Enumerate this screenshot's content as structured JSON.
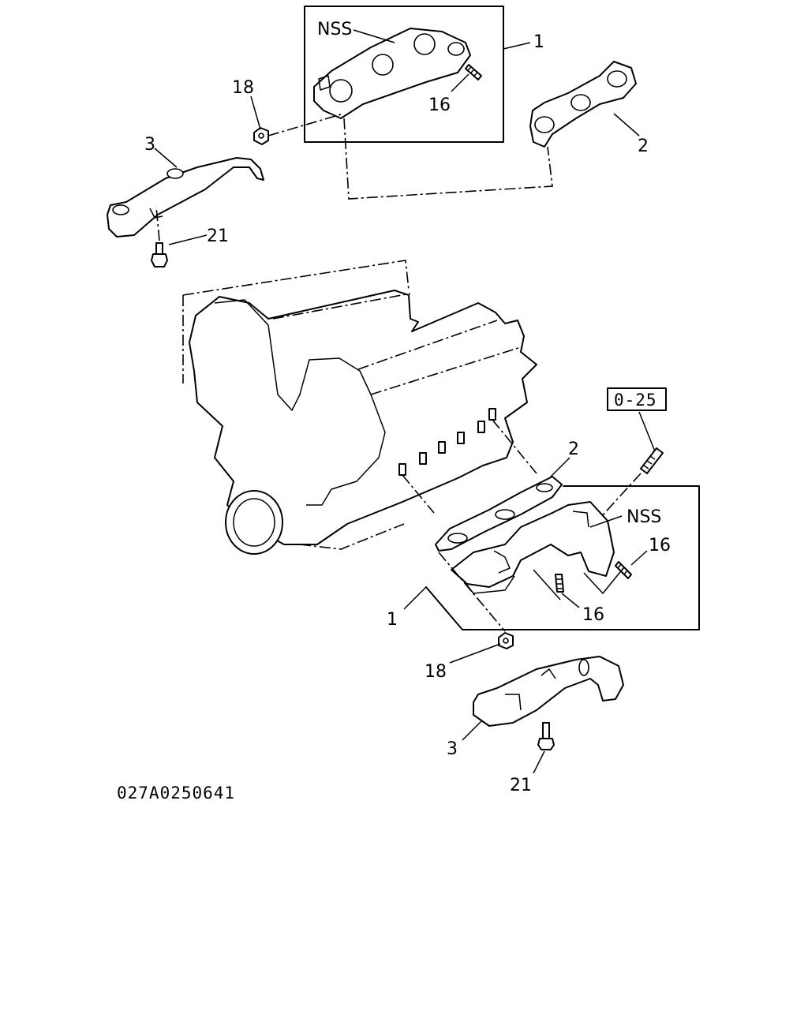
{
  "diagram": {
    "drawing_number": "027A0250641",
    "reference_box": "0-25",
    "upper_assembly": {
      "manifold": {
        "number": "1",
        "nss": "NSS"
      },
      "gasket": "2",
      "heat_shield": "3",
      "stud": "16",
      "nut": "18",
      "bolt": "21"
    },
    "lower_assembly": {
      "manifold": {
        "number": "1",
        "nss": "NSS"
      },
      "gasket": "2",
      "heat_shield": "3",
      "stud_right": "16",
      "stud_bottom": "16",
      "nut": "18",
      "bolt": "21"
    }
  }
}
